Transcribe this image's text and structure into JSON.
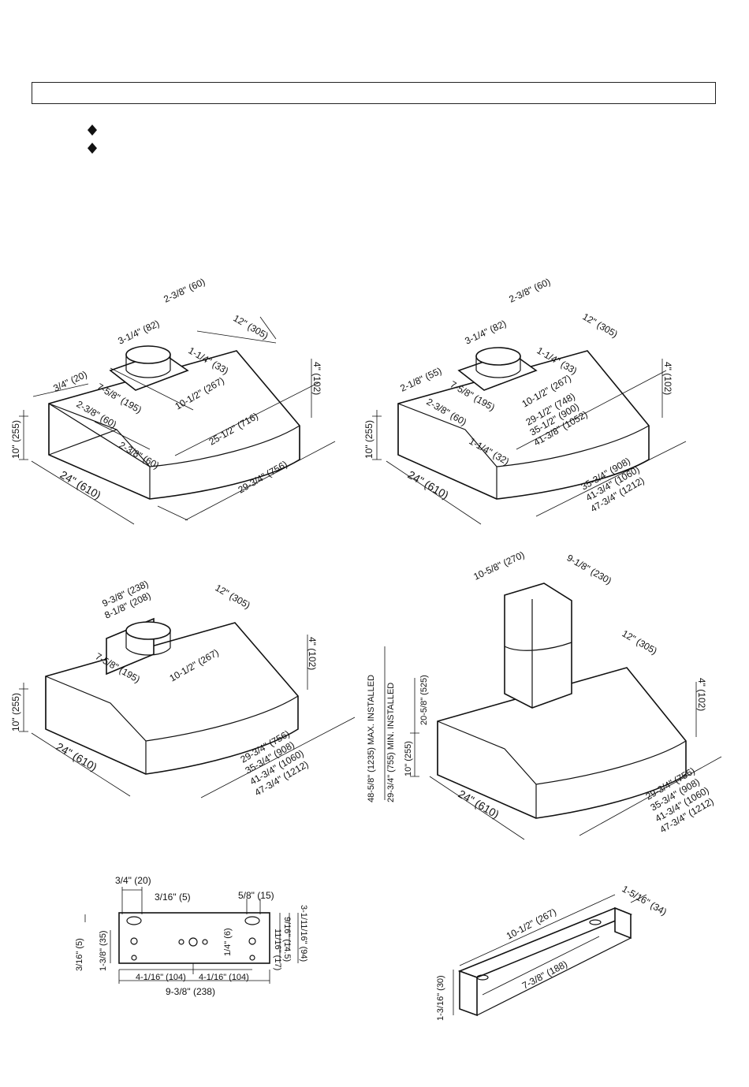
{
  "header": {
    "title": ""
  },
  "bullets": [
    "",
    ""
  ],
  "dims": {
    "d1_2_3_8": "2-3/8\" (60)",
    "d1_3_1_4": "3-1/4\" (82)",
    "d1_12": "12\" (305)",
    "d1_1_1_4": "1-1/4\" (33)",
    "d1_3_4": "3/4\" (20)",
    "d1_7_5_8": "7-5/8\" (195)",
    "d1_10_1_2": "10-1/2\" (267)",
    "d1_2_3_8b": "2-3/8\" (60)",
    "d1_25_1_2": "25-1/2\" (716)",
    "d1_2_3_8c": "2-3/8\" (60)",
    "d1_4": "4\" (102)",
    "d1_10": "10\" (255)",
    "d1_24": "24\" (610)",
    "d1_29_3_4": "29-3/4\" (756)",
    "d2_2_3_8": "2-3/8\" (60)",
    "d2_3_1_4": "3-1/4\" (82)",
    "d2_12": "12\" (305)",
    "d2_1_1_4": "1-1/4\" (33)",
    "d2_2_1_8": "2-1/8\" (55)",
    "d2_7_5_8": "7-5/8\" (195)",
    "d2_10_1_2": "10-1/2\" (267)",
    "d2_2_3_8b": "2-3/8\" (60)",
    "d2_29_1_2": "29-1/2\" (748)",
    "d2_35_1_2": "35-1/2\" (900)",
    "d2_41_3_8": "41-3/8\" (1052)",
    "d2_1_1_4b": "1-1/4\" (32)",
    "d2_4": "4\" (102)",
    "d2_10": "10\" (255)",
    "d2_24": "24\" (610)",
    "d2_35_3_4": "35-3/4\" (908)",
    "d2_41_3_4": "41-3/4\" (1060)",
    "d2_47_3_4": "47-3/4\" (1212)",
    "d3_9_3_8": "9-3/8\" (238)",
    "d3_8_1_8": "8-1/8\" (208)",
    "d3_12": "12\" (305)",
    "d3_7_5_8": "7-5/8\" (195)",
    "d3_10_1_2": "10-1/2\" (267)",
    "d3_4": "4\" (102)",
    "d3_10": "10\" (255)",
    "d3_24": "24\" (610)",
    "d3_29_3_4": "29-3/4\" (756)",
    "d3_35_3_4": "35-3/4\" (908)",
    "d3_41_3_4": "41-3/4\" (1060)",
    "d3_47_3_4": "47-3/4\" (1212)",
    "d4_10_5_8": "10-5/8\" (270)",
    "d4_9_1_8": "9-1/8\" (230)",
    "d4_12": "12\" (305)",
    "d4_4": "4\" (102)",
    "d4_max": "48-5/8\" (1235) MAX. INSTALLED",
    "d4_min": "29-3/4\" (755) MIN. INSTALLED",
    "d4_20_5_8": "20-5/8\" (525)",
    "d4_10": "10\" (255)",
    "d4_24": "24\" (610)",
    "d4_29_3_4": "29-3/4\" (756)",
    "d4_35_3_4": "35-3/4\" (908)",
    "d4_41_3_4": "41-3/4\" (1060)",
    "d4_47_3_4": "47-3/4\" (1212)",
    "d5_3_4": "3/4\" (20)",
    "d5_3_16": "3/16\" (5)",
    "d5_5_8": "5/8\" (15)",
    "d5_9_16": "9/16\" (14.5)",
    "d5_11_16": "11/16\" (17)",
    "d5_3_11_16": "3-1/11/16\" (94)",
    "d5_1_4": "1/4\" (6)",
    "d5_3_16b": "3/16\" (5)",
    "d5_1_3_8": "1-3/8\" (35)",
    "d5_4_1_16a": "4-1/16\" (104)",
    "d5_4_1_16b": "4-1/16\" (104)",
    "d5_9_3_8": "9-3/8\" (238)",
    "d6_1_5_16": "1-5/16\" (34)",
    "d6_10_1_2": "10-1/2\" (267)",
    "d6_7_3_8": "7-3/8\" (188)",
    "d6_1_3_16": "1-3/16\" (30)"
  }
}
